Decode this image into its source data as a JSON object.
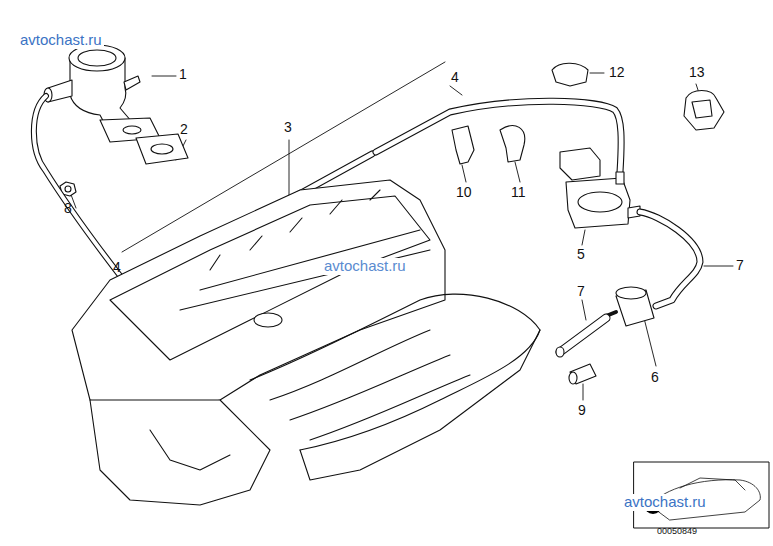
{
  "diagram": {
    "labels": [
      "avtochast.ru",
      "1",
      "2",
      "3",
      "4",
      "8",
      "10",
      "11",
      "12",
      "13",
      "4",
      "5",
      "7",
      "avtochast.ru",
      "7",
      "6",
      "9",
      "avtochast.ru",
      "00050849"
    ]
  }
}
